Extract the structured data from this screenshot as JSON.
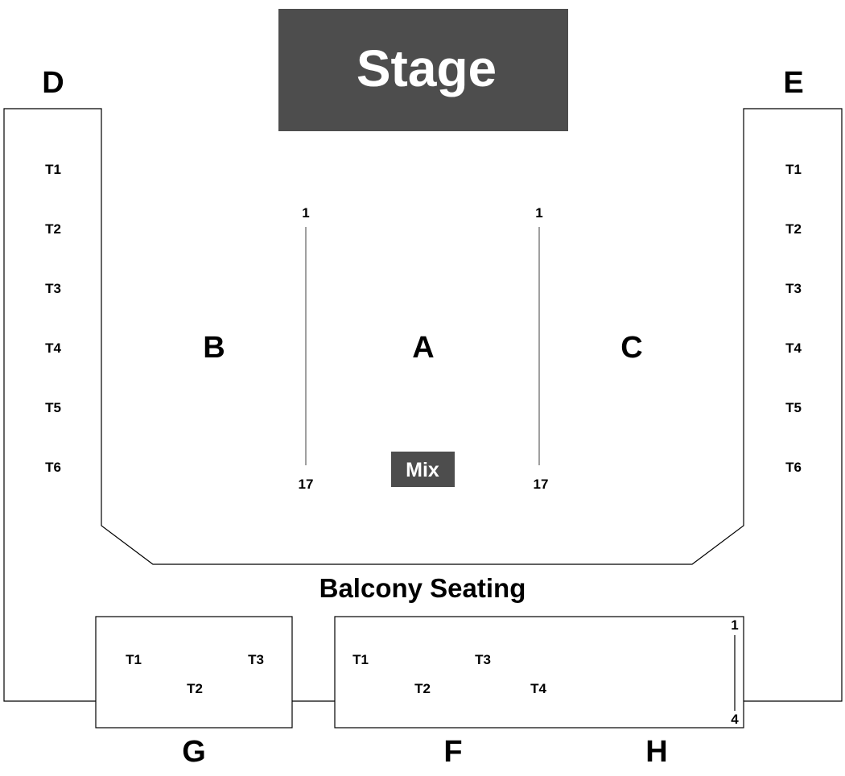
{
  "stage": {
    "label": "Stage",
    "color": "#4d4d4d"
  },
  "mix": {
    "label": "Mix",
    "color": "#4d4d4d"
  },
  "balcony": {
    "label": "Balcony Seating"
  },
  "sections": {
    "A": "A",
    "B": "B",
    "C": "C",
    "D": "D",
    "E": "E",
    "F": "F",
    "G": "G",
    "H": "H"
  },
  "rows": {
    "left": {
      "first": "1",
      "last": "17"
    },
    "right": {
      "first": "1",
      "last": "17"
    },
    "h": {
      "first": "1",
      "last": "4"
    }
  },
  "tables": {
    "D": [
      "T1",
      "T2",
      "T3",
      "T4",
      "T5",
      "T6"
    ],
    "E": [
      "T1",
      "T2",
      "T3",
      "T4",
      "T5",
      "T6"
    ],
    "G": [
      "T1",
      "T2",
      "T3"
    ],
    "F": [
      "T1",
      "T2",
      "T3",
      "T4"
    ]
  }
}
